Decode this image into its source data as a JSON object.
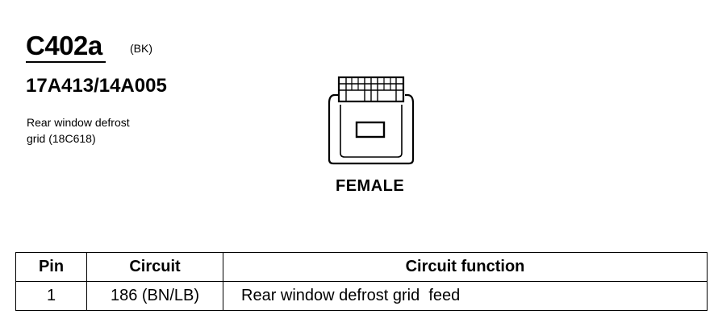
{
  "connector": {
    "id": "C402a",
    "color_code": "(BK)",
    "part_number": "17A413/14A005",
    "description_lines": [
      "Rear window defrost",
      "grid (18C618)"
    ],
    "gender": "FEMALE"
  },
  "pin_table": {
    "headers": [
      "Pin",
      "Circuit",
      "Circuit function"
    ],
    "rows": [
      [
        "1",
        "186 (BN/LB)",
        "Rear window defrost grid  feed"
      ]
    ]
  },
  "colors": {
    "ink": "#000000",
    "background": "#ffffff"
  }
}
